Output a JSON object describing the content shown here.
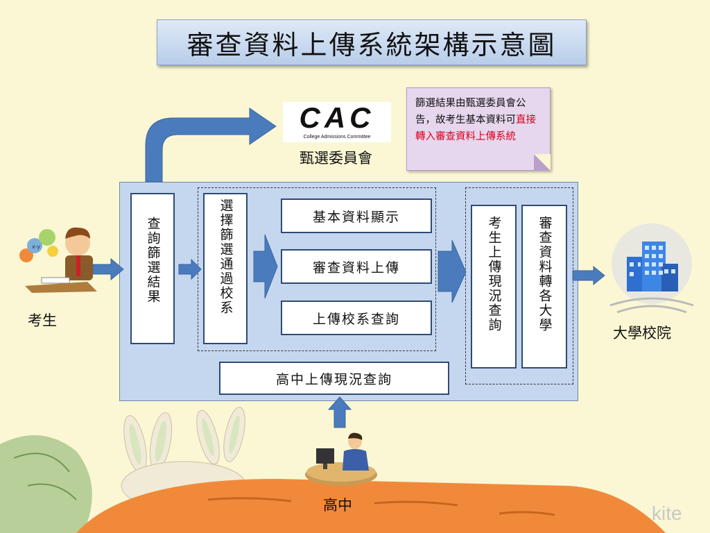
{
  "title": "審查資料上傳系統架構示意圖",
  "note": {
    "text_black": "篩選結果由甄選委員會公告，故考生基本資料可",
    "text_red": "直接轉入審查資料上傳系統"
  },
  "logo": {
    "wordmark": "CAC",
    "subtitle": "College Admissions Committee",
    "caption": "甄選委員會"
  },
  "actors": {
    "student": "考生",
    "university": "大學校院",
    "high_school": "高中"
  },
  "boxes": {
    "query_results": "查詢篩選結果",
    "select_passed": "選擇篩選通過校系",
    "basic_data": "基本資料顯示",
    "upload_review": "審查資料上傳",
    "query_uploaded": "上傳校系查詢",
    "student_status": "考生上傳現況查詢",
    "transfer_univ": "審查資料轉各大學",
    "hs_status": "高中上傳現況查詢"
  },
  "watermark": "kite",
  "colors": {
    "arrow_blue": "#4a7cbd",
    "panel_blue": "#c5d7ef",
    "title_blue": "#c8d9ef",
    "note_purple": "#e6d7ee",
    "highlight_red": "#d8001c",
    "carrot_orange": "#f08a3a",
    "leaf_green": "#a9c48a"
  }
}
